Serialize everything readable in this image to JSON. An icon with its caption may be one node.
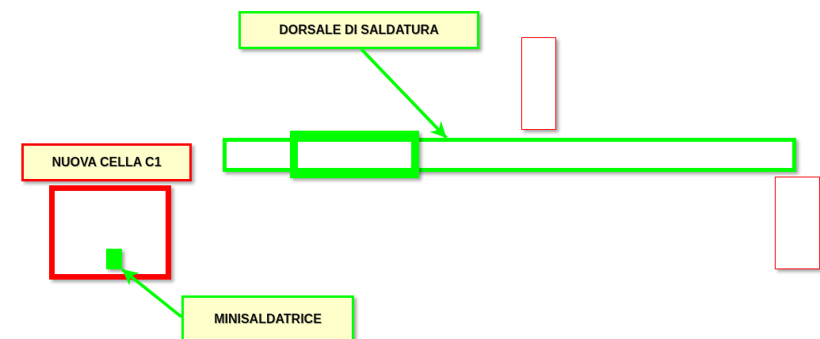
{
  "diagram": {
    "nodes": [
      {
        "text": [
          "DORSALE DI SALDATURA"
        ]
      },
      {
        "text": [],
        "shape": "box"
      },
      {
        "text": [],
        "shape": "box"
      },
      {
        "text": [],
        "shape": "box"
      },
      {
        "text": [],
        "shape": "box"
      },
      {
        "text": [
          "NUOVA CELLA C1"
        ]
      },
      {
        "text": [],
        "shape": "box"
      },
      {
        "text": [],
        "shape": "box",
        "in": 6
      },
      {
        "text": [
          "MINISALDATRICE"
        ]
      }
    ],
    "edges": [
      {
        "from": 0,
        "to": 1,
        "arrow": "to"
      },
      {
        "from": 8,
        "to": 7,
        "arrow": "to"
      }
    ]
  }
}
